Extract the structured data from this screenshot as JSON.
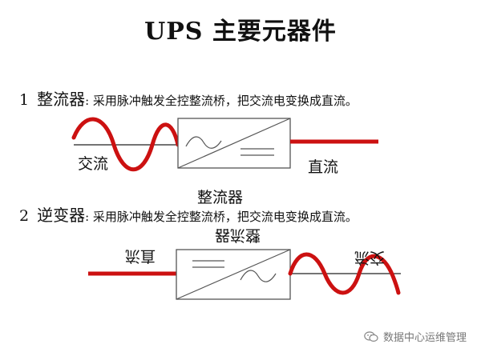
{
  "title": "UPS 主要元器件",
  "section1": {
    "number": "1",
    "name": "整流器",
    "desc": ": 采用脉冲触发全控整流桥，把交流电变换成直流。",
    "input_label": "交流",
    "output_label": "直流",
    "box_label": "整流器"
  },
  "section2": {
    "number": "2",
    "name": "逆变器",
    "desc": ": 采用脉冲触发全控整流桥，把交流电变换成直流。",
    "input_label": "直流",
    "output_label": "交流",
    "box_label": "整流器"
  },
  "colors": {
    "wave": "#cc1111",
    "line": "#222222",
    "box_border": "#555555"
  },
  "watermark": {
    "icon": "wechat-icon",
    "text": "数据中心运维管理"
  }
}
